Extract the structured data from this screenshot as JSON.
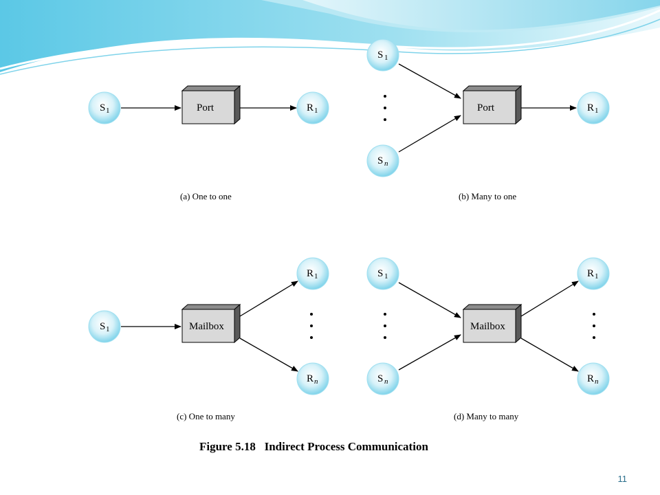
{
  "figure": {
    "title": "Figure 5.18   Indirect Process Communication",
    "captions": {
      "a": "(a) One to one",
      "b": "(b) Many to one",
      "c": "(c) One to many",
      "d": "(d) Many to many"
    },
    "boxes": {
      "port": "Port",
      "mailbox": "Mailbox"
    },
    "nodes": {
      "s": "S",
      "r": "R",
      "sub_1": "1",
      "sub_n": "n"
    }
  },
  "page_number": "11",
  "colors": {
    "node_fill_center": "#ffffff",
    "node_fill_edge": "#7fd3ea",
    "box_face": "#d9d9d9",
    "box_side": "#595959",
    "header_wave": "#5bc8e6",
    "page_number": "#2b6f8c"
  }
}
